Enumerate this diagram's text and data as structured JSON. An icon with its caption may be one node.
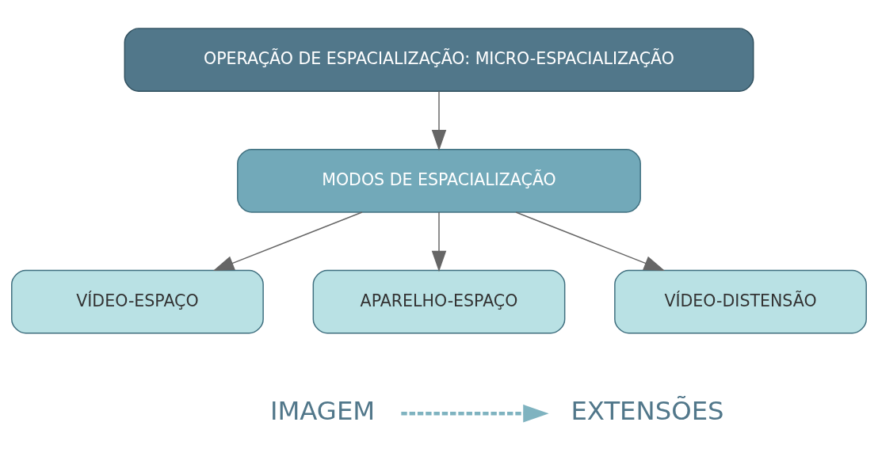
{
  "diagram": {
    "nodes": [
      {
        "text": [
          "OPERAÇÃO DE ESPACIALIZAÇÃO: MICRO-ESPACIALIZAÇÃO"
        ]
      },
      {
        "text": [
          "MODOS DE ESPACIALIZAÇÃO"
        ]
      },
      {
        "text": [
          "VÍDEO-ESPAÇO"
        ]
      },
      {
        "text": [
          "APARELHO-ESPAÇO"
        ]
      },
      {
        "text": [
          "VÍDEO-DISTENSÃO"
        ]
      },
      {
        "text": [
          "IMAGEM"
        ]
      },
      {
        "text": [
          "EXTENSÕES"
        ]
      }
    ],
    "edges": [
      {
        "from": 0,
        "to": 1,
        "arrow": "to"
      },
      {
        "from": 1,
        "to": 2,
        "arrow": "to"
      },
      {
        "from": 1,
        "to": 3,
        "arrow": "to"
      },
      {
        "from": 1,
        "to": 4,
        "arrow": "to"
      },
      {
        "from": 5,
        "to": 6,
        "arrow": "to",
        "style": "dashed",
        "color": "#7fb3c0"
      }
    ]
  }
}
